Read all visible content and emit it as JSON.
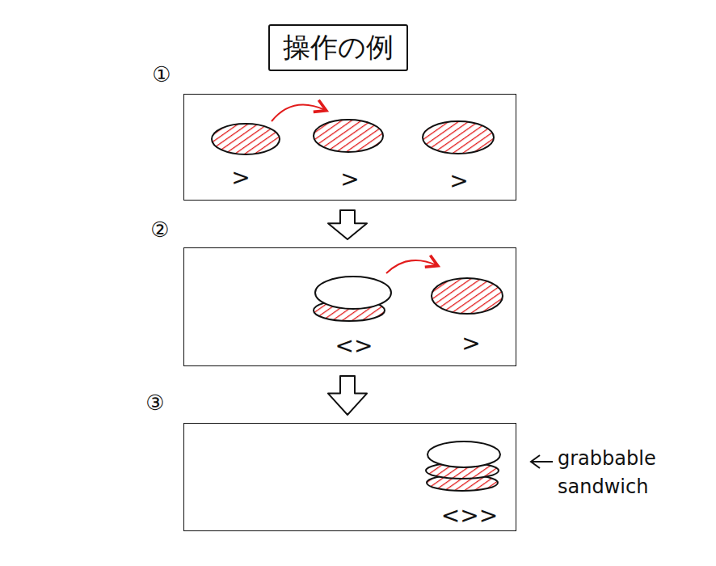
{
  "diagram": {
    "title": "操作の例",
    "nodes": [
      {
        "text": [
          ">",
          ">",
          ">"
        ]
      },
      {
        "text": [
          "<>",
          ">"
        ]
      },
      {
        "text": [
          "<>>"
        ]
      }
    ],
    "edges": [
      {
        "from": 0,
        "to": 1,
        "arrow": "to"
      },
      {
        "from": 1,
        "to": 2,
        "arrow": "to"
      }
    ],
    "labels": [
      "①",
      "②",
      "③",
      "grabbable sandwich"
    ]
  }
}
